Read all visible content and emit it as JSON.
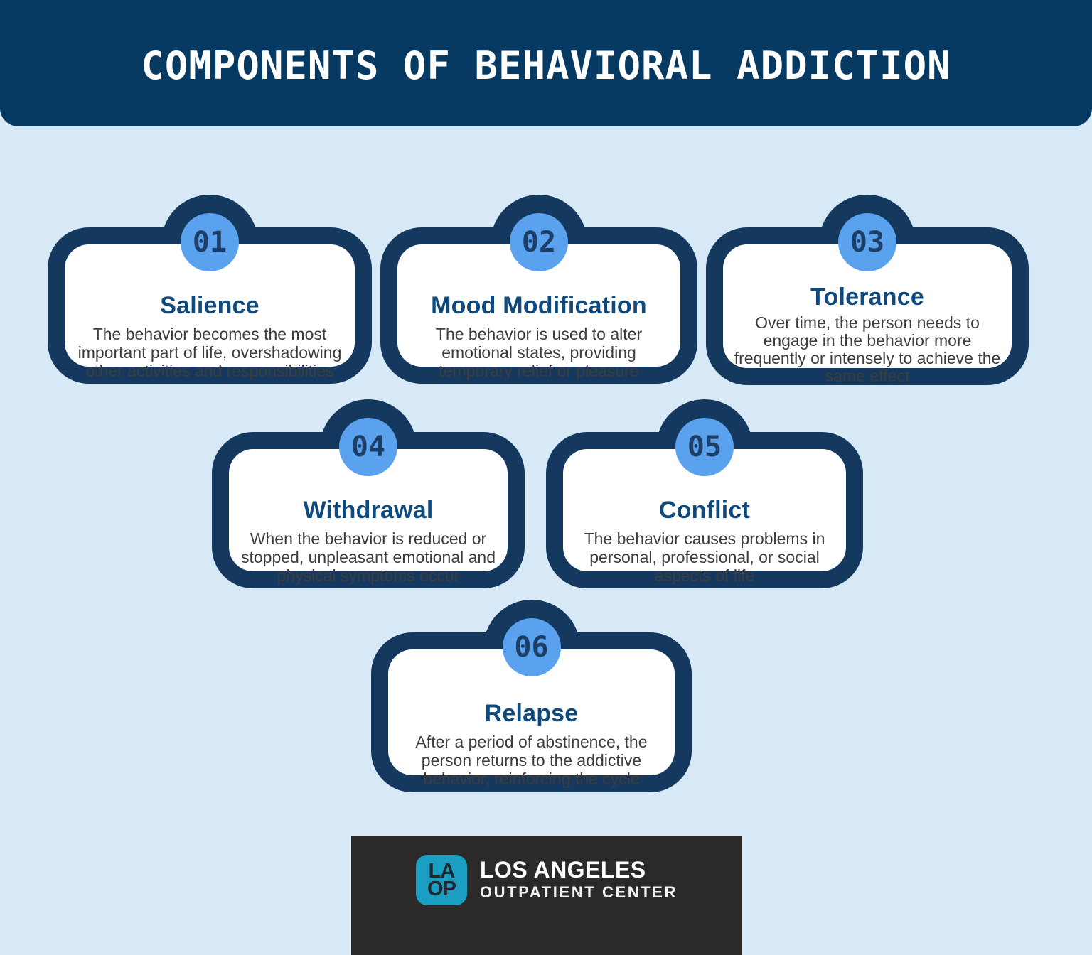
{
  "page": {
    "background_color": "#d7e9f7"
  },
  "header": {
    "title": "COMPONENTS OF BEHAVIORAL ADDICTION",
    "bg_color": "#063a63",
    "text_color": "#ffffff"
  },
  "cards": [
    {
      "number": "01",
      "title": "Salience",
      "description": "The behavior becomes the most important part of life, overshadowing other activities and responsibilities"
    },
    {
      "number": "02",
      "title": "Mood Modification",
      "description": "The behavior is used to alter emotional states, providing temporary relief or pleasure"
    },
    {
      "number": "03",
      "title": "Tolerance",
      "description": "Over time, the person needs to engage in the behavior more frequently or intensely to achieve the same effect"
    },
    {
      "number": "04",
      "title": "Withdrawal",
      "description": "When the behavior is reduced or stopped, unpleasant emotional and physical symptoms occur"
    },
    {
      "number": "05",
      "title": "Conflict",
      "description": "The behavior causes problems in personal, professional, or social aspects of life"
    },
    {
      "number": "06",
      "title": "Relapse",
      "description": "After a period of abstinence, the person returns to the addictive behavior, reinforcing the cycle"
    }
  ],
  "style": {
    "card_border_color": "#15395e",
    "card_bg_color": "#ffffff",
    "number_circle_color": "#5aa2ee",
    "number_text_color": "#1d3e66",
    "card_title_color": "#0f4a7e",
    "card_body_color": "#3d3d3d"
  },
  "footer": {
    "bg_color": "#2b2a29",
    "logo": {
      "badge_color": "#1a9fc3",
      "line1": "LA",
      "line2": "OP"
    },
    "org_name": "LOS ANGELES",
    "org_subtitle": "OUTPATIENT CENTER"
  }
}
